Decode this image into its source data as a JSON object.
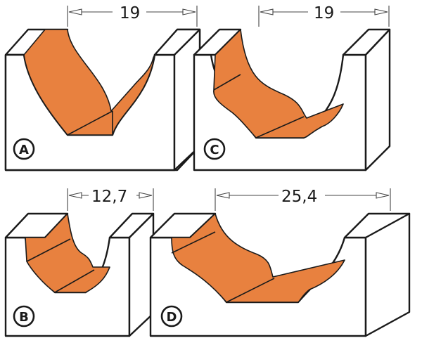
{
  "profiles": [
    {
      "id": "A",
      "label": "A",
      "dimension": "19"
    },
    {
      "id": "C",
      "label": "C",
      "dimension": "19"
    },
    {
      "id": "B",
      "label": "B",
      "dimension": "12,7"
    },
    {
      "id": "D",
      "label": "D",
      "dimension": "25,4"
    }
  ],
  "colors": {
    "profile_fill": "#e8813f",
    "outline": "#1a1a1a",
    "dimension": "#444444",
    "background": "#ffffff"
  }
}
